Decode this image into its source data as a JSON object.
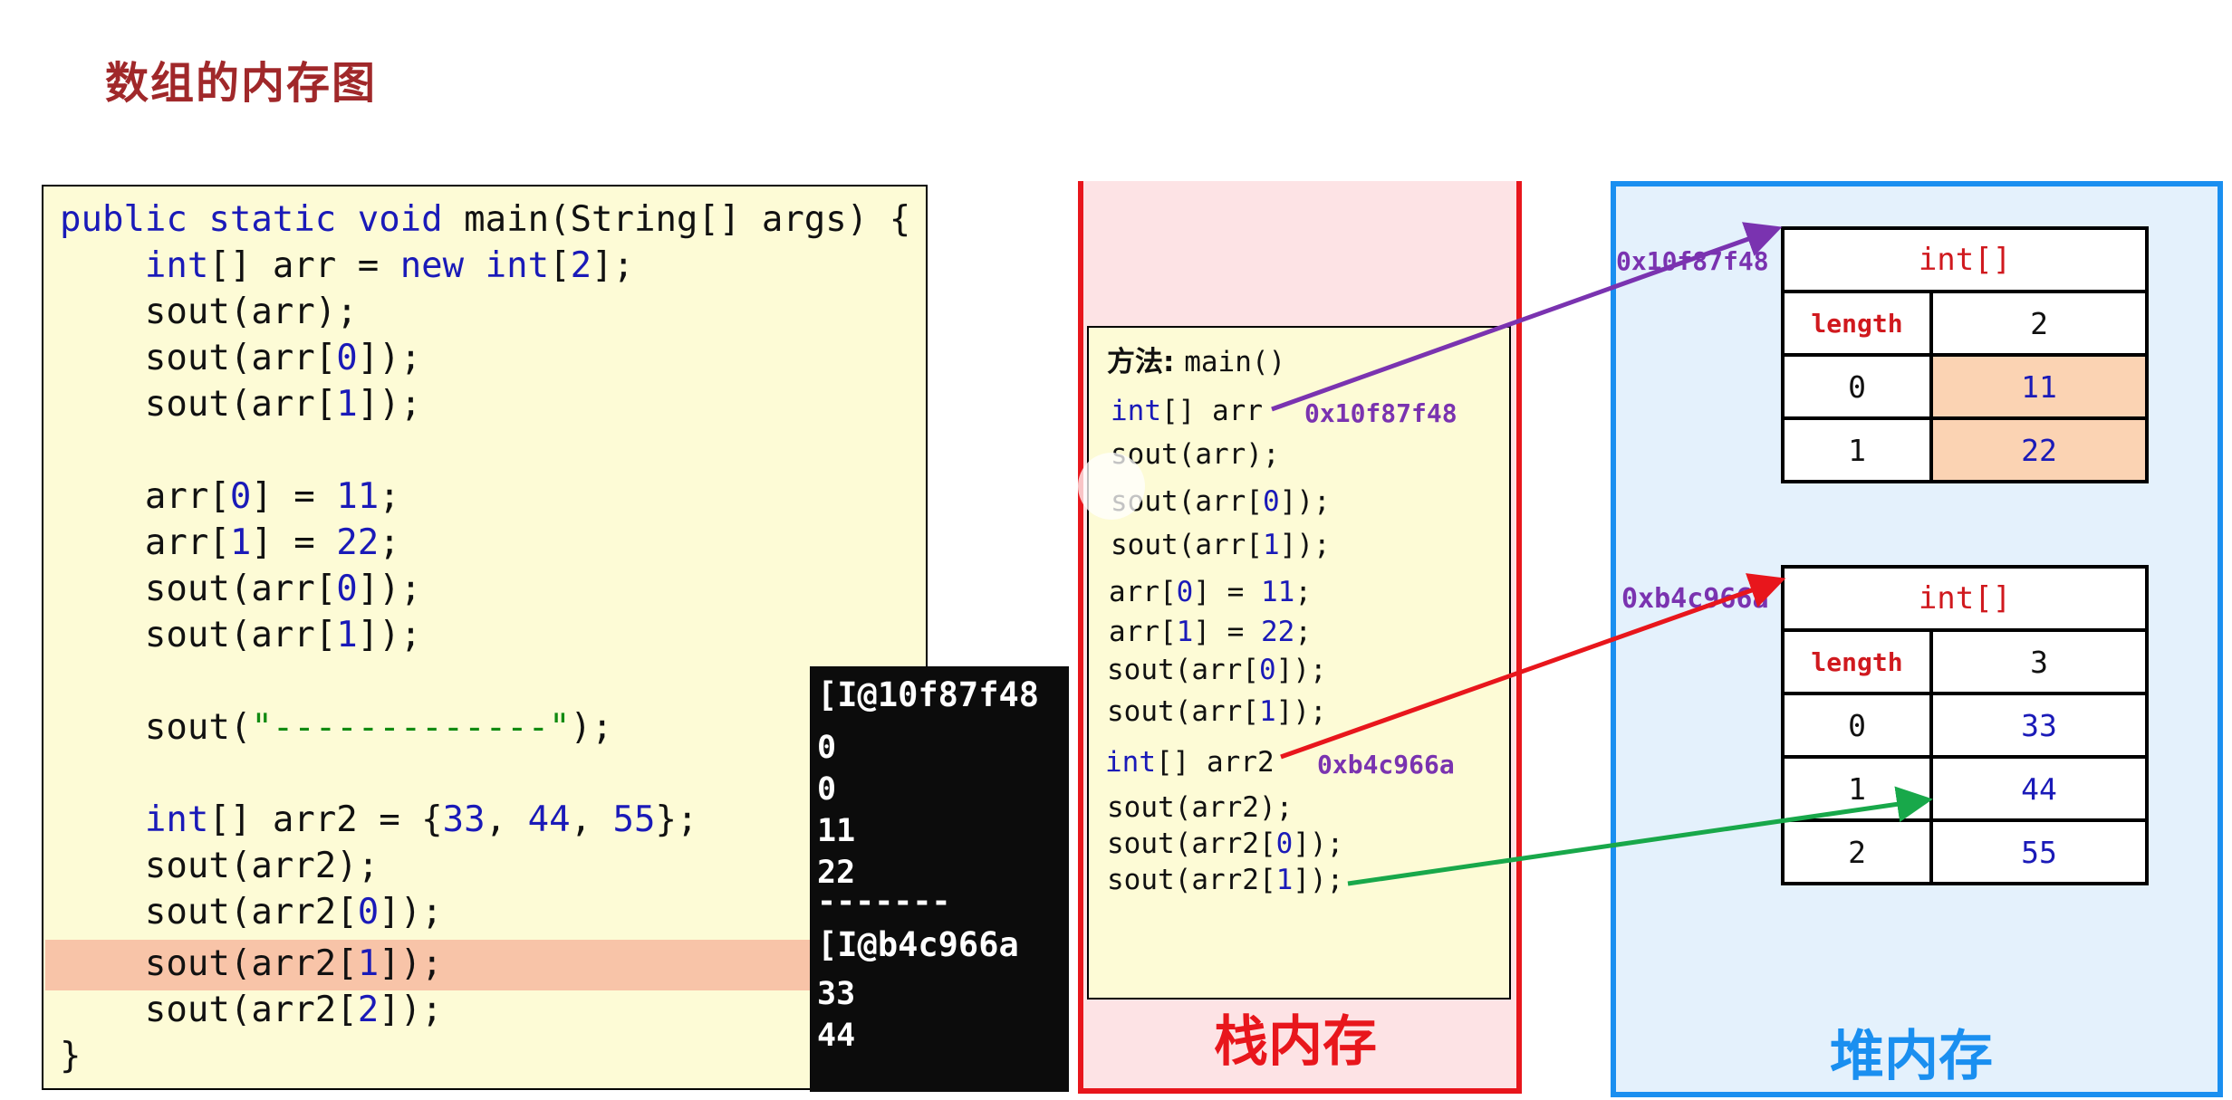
{
  "title": "数组的内存图",
  "code": {
    "line1": {
      "a": "public static void ",
      "b": "main(String[] args) {"
    },
    "line2": {
      "a": "    ",
      "kw1": "int",
      "b": "[] arr = ",
      "kw2": "new",
      "c": " ",
      "kw3": "int",
      "d": "[",
      "n": "2",
      "e": "];"
    },
    "line3": "    sout(arr);",
    "line4": {
      "a": "    sout(arr[",
      "n": "0",
      "b": "]);"
    },
    "line5": {
      "a": "    sout(arr[",
      "n": "1",
      "b": "]);"
    },
    "line6": {
      "a": "    arr[",
      "n": "0",
      "b": "] = ",
      "v": "11",
      "c": ";"
    },
    "line7": {
      "a": "    arr[",
      "n": "1",
      "b": "] = ",
      "v": "22",
      "c": ";"
    },
    "line8": {
      "a": "    sout(arr[",
      "n": "0",
      "b": "]);"
    },
    "line9": {
      "a": "    sout(arr[",
      "n": "1",
      "b": "]);"
    },
    "line10": {
      "a": "    sout(",
      "s": "\"-------------\"",
      "b": ");"
    },
    "line11": {
      "a": "    ",
      "kw": "int",
      "b": "[] arr2 = {",
      "v1": "33",
      "c": ", ",
      "v2": "44",
      "d": ", ",
      "v3": "55",
      "e": "};"
    },
    "line12": "    sout(arr2);",
    "line13": {
      "a": "    sout(arr2[",
      "n": "0",
      "b": "]);"
    },
    "line14": {
      "a": "    sout(arr2[",
      "n": "1",
      "b": "]);"
    },
    "line15": {
      "a": "    sout(arr2[",
      "n": "2",
      "b": "]);"
    },
    "line16": "}"
  },
  "console": [
    "[I@10f87f48",
    "0",
    "0",
    "11",
    "22",
    "-------",
    "[I@b4c966a",
    "33",
    "44"
  ],
  "stack": {
    "label": "栈内存",
    "method_label": "方法:",
    "method_name": "main()",
    "lines": {
      "arr_decl": {
        "kw": "int",
        "rest": "[] arr"
      },
      "l2": "sout(arr);",
      "l3": {
        "a": "sout(arr[",
        "n": "0",
        "b": "]);"
      },
      "l4": {
        "a": "sout(arr[",
        "n": "1",
        "b": "]);"
      },
      "l5": {
        "a": "arr[",
        "n": "0",
        "b": "] = ",
        "v": "11",
        "c": ";"
      },
      "l6": {
        "a": "arr[",
        "n": "1",
        "b": "] = ",
        "v": "22",
        "c": ";"
      },
      "l7": {
        "a": "sout(arr[",
        "n": "0",
        "b": "]);"
      },
      "l8": {
        "a": "sout(arr[",
        "n": "1",
        "b": "]);"
      },
      "arr2_decl": {
        "kw": "int",
        "rest": "[] arr2"
      },
      "l10": "sout(arr2);",
      "l11": {
        "a": "sout(arr2[",
        "n": "0",
        "b": "]);"
      },
      "l12": {
        "a": "sout(arr2[",
        "n": "1",
        "b": "]);"
      }
    },
    "addr1": "0x10f87f48",
    "addr2": "0xb4c966a"
  },
  "heap": {
    "label": "堆内存",
    "arrays": [
      {
        "address": "0x10f87f48",
        "type": "int[]",
        "length_label": "length",
        "length": "2",
        "rows": [
          {
            "index": "0",
            "value": "11"
          },
          {
            "index": "1",
            "value": "22"
          }
        ]
      },
      {
        "address": "0xb4c966a",
        "type": "int[]",
        "length_label": "length",
        "length": "3",
        "rows": [
          {
            "index": "0",
            "value": "33"
          },
          {
            "index": "1",
            "value": "44"
          },
          {
            "index": "2",
            "value": "55"
          }
        ]
      }
    ]
  },
  "colors": {
    "title": "#a0282a",
    "stack_border": "#e8161c",
    "heap_border": "#1a8ff0",
    "arrow_arr": "#7a33b0",
    "arrow_arr2": "#e8161c",
    "arrow_elem": "#18a84a",
    "code_highlight": "#f8c4a8",
    "heap_value_highlight": "#fbd3b3"
  }
}
